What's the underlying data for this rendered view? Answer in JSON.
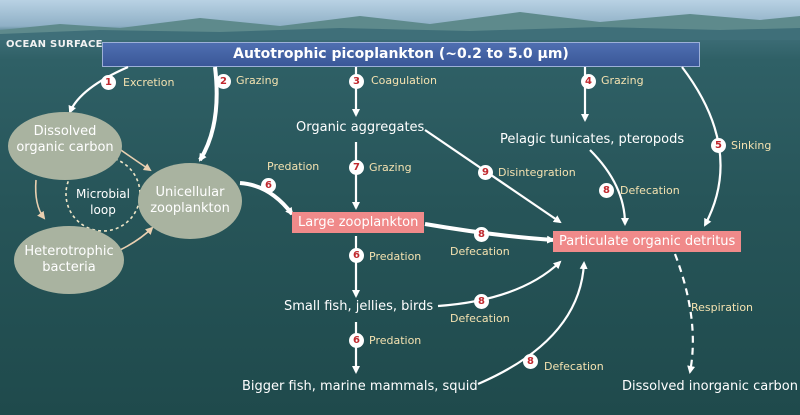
{
  "surface_label": "OCEAN SURFACE",
  "title": "Autotrophic picoplankton (~0.2 to 5.0 µm)",
  "nodes": {
    "doc_line1": "Dissolved",
    "doc_line2": "organic carbon",
    "microbial_line1": "Microbial",
    "microbial_line2": "loop",
    "bact_line1": "Heterotrophic",
    "bact_line2": "bacteria",
    "uni_line1": "Unicellular",
    "uni_line2": "zooplankton",
    "aggregates": "Organic aggregates",
    "tunicates": "Pelagic tunicates, pteropods",
    "large_zoo": "Large zooplankton",
    "detritus": "Particulate organic detritus",
    "small_fish": "Small fish, jellies, birds",
    "bigger_fish": "Bigger fish, marine mammals, squid",
    "dic": "Dissolved inorganic carbon"
  },
  "processes": [
    {
      "num": "1",
      "label": "Excretion"
    },
    {
      "num": "2",
      "label": "Grazing"
    },
    {
      "num": "3",
      "label": "Coagulation"
    },
    {
      "num": "4",
      "label": "Grazing"
    },
    {
      "num": "5",
      "label": "Sinking"
    },
    {
      "num": "6",
      "label": "Predation"
    },
    {
      "num": "7",
      "label": "Grazing"
    },
    {
      "num": "8",
      "label": "Defecation"
    },
    {
      "num": "9",
      "label": "Disintegration"
    },
    {
      "num": "8",
      "label": "Defecation"
    },
    {
      "num": "6",
      "label": "Predation"
    },
    {
      "num": "8",
      "label": "Defecation"
    },
    {
      "num": "6",
      "label": "Predation"
    },
    {
      "num": "8",
      "label": "Defecation"
    },
    {
      "label": "Respiration"
    }
  ],
  "colors": {
    "water": "#275559",
    "title_bar": "#4466a8",
    "highlight_box": "#f08a8a",
    "ellipse": "#a9b3a0",
    "label": "#f4e2b0"
  }
}
